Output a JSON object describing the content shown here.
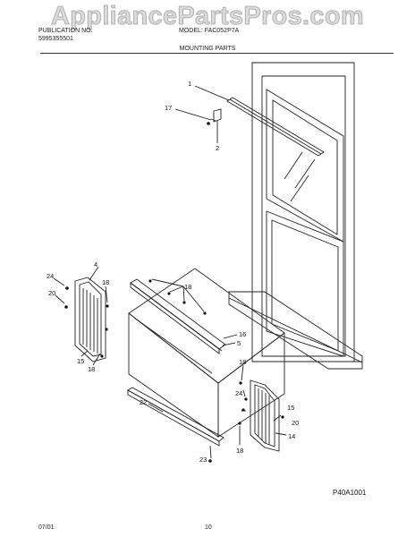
{
  "watermark": "AppliancePartsPros.com",
  "header": {
    "left_line1": "PUBLICATION NO.",
    "left_line2": "5995355501",
    "right_line1": "MODEL: FAC052P7A"
  },
  "section_title": "MOUNTING PARTS",
  "callouts": {
    "c1": "1",
    "c17": "17",
    "c2": "2",
    "c4": "4",
    "c24a": "24",
    "c20a": "20",
    "c18a": "18",
    "c15a": "15",
    "c18b": "18",
    "c18c": "18",
    "c16": "16",
    "c5": "5",
    "c18d": "18",
    "c24b": "24",
    "c15b": "15",
    "c20b": "20",
    "c14": "14",
    "c18e": "18",
    "c22": "22",
    "c23": "23"
  },
  "diagram_code": "P40A1001",
  "footer": {
    "date": "07/01",
    "page": "10"
  }
}
